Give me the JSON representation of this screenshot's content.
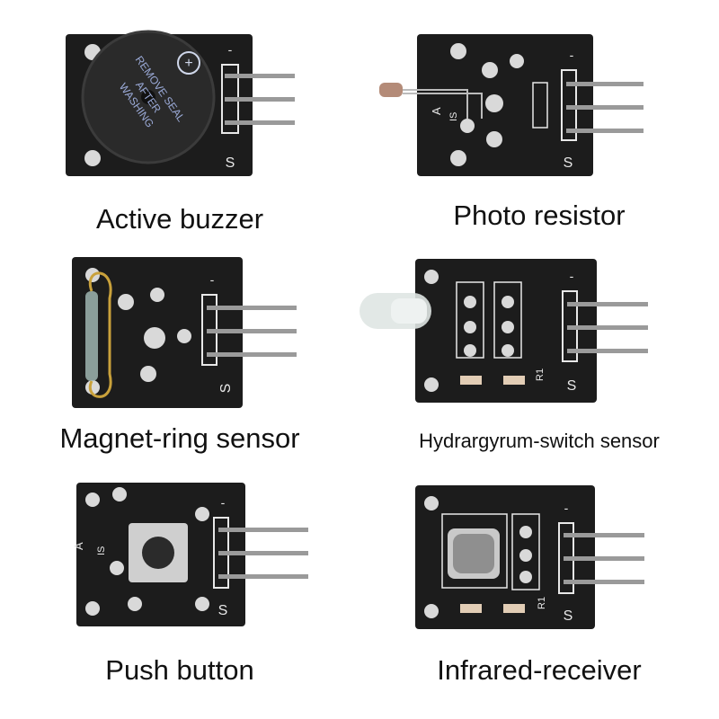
{
  "modules": [
    {
      "caption": "Active buzzer",
      "pin_label": "S",
      "minus_label": "-",
      "board_text": "REMOVE SEAL AFTER WASHING"
    },
    {
      "caption": "Photo resistor",
      "pin_label": "S",
      "minus_label": "-",
      "silk_a": "A",
      "silk_is": "IS"
    },
    {
      "caption": "Magnet-ring sensor",
      "pin_label": "S",
      "minus_label": "-"
    },
    {
      "caption": "Hydrargyrum-switch sensor",
      "pin_label": "S",
      "minus_label": "-",
      "resistor_label": "R1"
    },
    {
      "caption": "Push button",
      "pin_label": "S",
      "minus_label": "-",
      "silk_a": "A",
      "silk_is": "IS"
    },
    {
      "caption": "Infrared-receiver",
      "pin_label": "S",
      "minus_label": "-",
      "resistor_label": "R1"
    }
  ],
  "colors": {
    "board": "#1c1c1c",
    "pad": "#d9d9d9",
    "pin": "#9a9a9a",
    "silk": "#e8e8e8",
    "buzzer": "#2a2a2a",
    "gold_wire": "#c9a13b"
  }
}
